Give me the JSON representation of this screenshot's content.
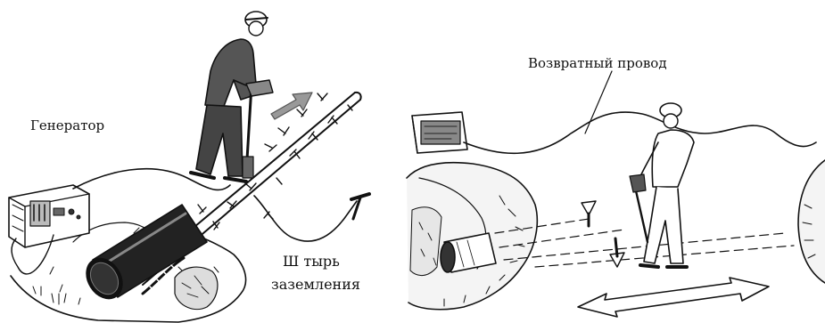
{
  "labels": {
    "generator": "Генератор",
    "grounding_rod_line1": "Ш тырь",
    "grounding_rod_line2": "заземления",
    "return_wire": "Возвратный провод"
  }
}
